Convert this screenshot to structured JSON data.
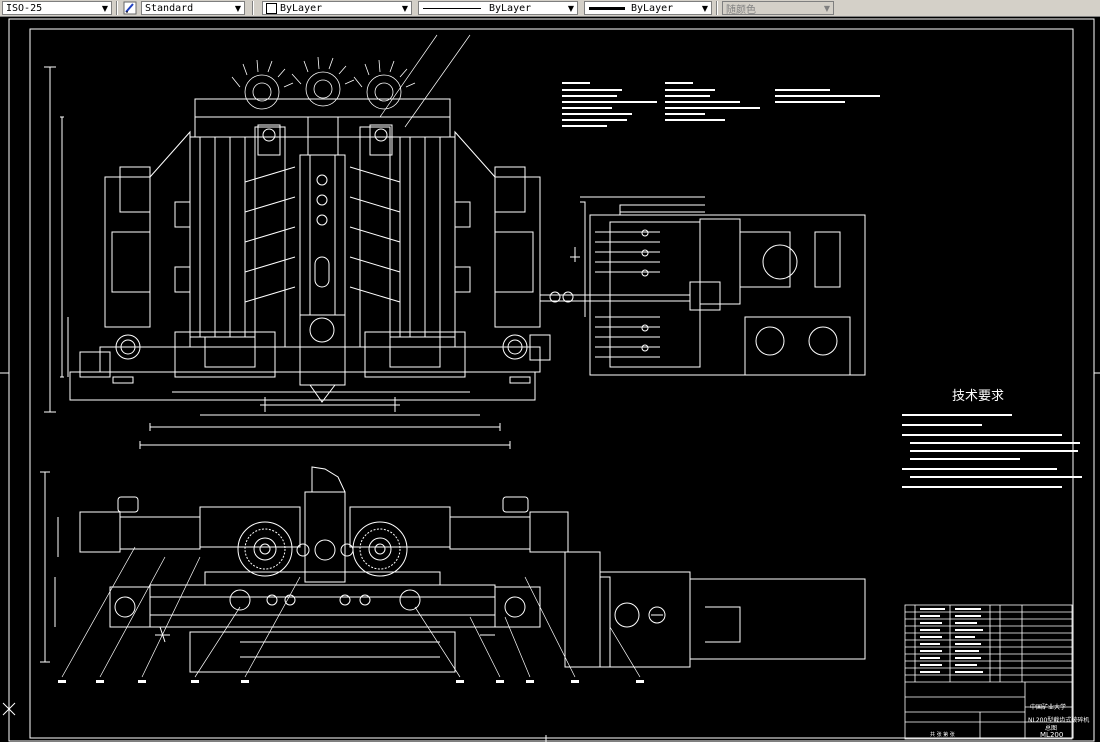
{
  "toolbar": {
    "dimstyle": "ISO-25",
    "textstyle": "Standard",
    "layer": "ByLayer",
    "linetype": "ByLayer",
    "lineweight": "ByLayer",
    "plotstyle": "随颜色",
    "dropdown_glyph": "▼"
  },
  "drawing": {
    "technical_requirements_title": "技术要求",
    "title_block": {
      "university": "中国矿业大学",
      "drawing_name": "NL200型截齿式破碎机",
      "drawing_name_line2": "总图",
      "drawing_number": "ML200",
      "scale_row": "共 张 第 张"
    }
  },
  "colors": {
    "background": "#000000",
    "lines": "#ffffff",
    "toolbar": "#d4d0c8"
  }
}
